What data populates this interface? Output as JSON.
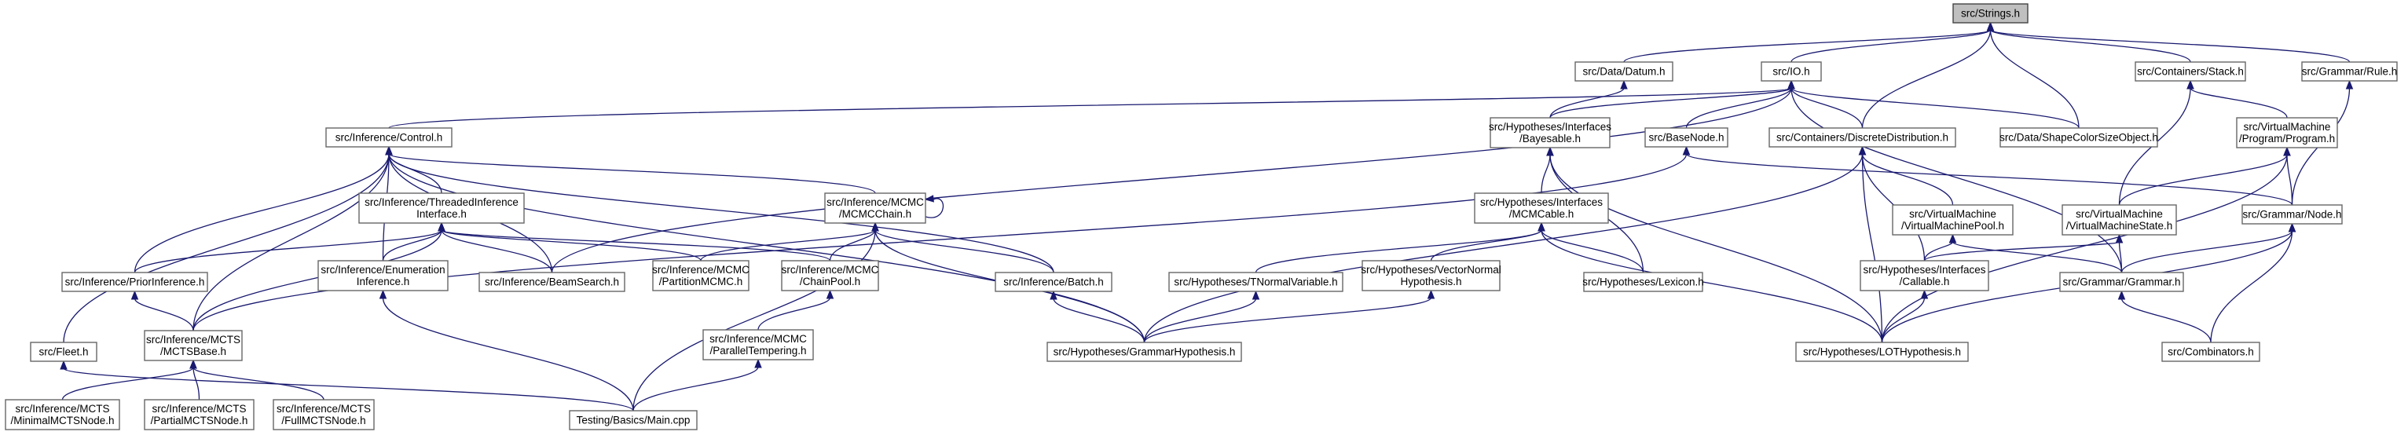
{
  "graph": {
    "colors": {
      "edge": "#191970",
      "node_border": "#666666",
      "root_fill": "#bfbfbf",
      "node_fill": "#ffffff"
    },
    "nodes": [
      {
        "id": "strings",
        "lines": [
          "src/Strings.h"
        ],
        "root": true
      },
      {
        "id": "datum",
        "lines": [
          "src/Data/Datum.h"
        ]
      },
      {
        "id": "io",
        "lines": [
          "src/IO.h"
        ]
      },
      {
        "id": "stack",
        "lines": [
          "src/Containers/Stack.h"
        ]
      },
      {
        "id": "rule",
        "lines": [
          "src/Grammar/Rule.h"
        ]
      },
      {
        "id": "control",
        "lines": [
          "src/Inference/Control.h"
        ]
      },
      {
        "id": "bayesable",
        "lines": [
          "src/Hypotheses/Interfaces",
          "/Bayesable.h"
        ]
      },
      {
        "id": "basenode",
        "lines": [
          "src/BaseNode.h"
        ]
      },
      {
        "id": "discrete",
        "lines": [
          "src/Containers/DiscreteDistribution.h"
        ]
      },
      {
        "id": "shape",
        "lines": [
          "src/Data/ShapeColorSizeObject.h"
        ]
      },
      {
        "id": "program",
        "lines": [
          "src/VirtualMachine",
          "/Program/Program.h"
        ]
      },
      {
        "id": "threaded",
        "lines": [
          "src/Inference/ThreadedInference",
          "Interface.h"
        ]
      },
      {
        "id": "mcmcchain",
        "lines": [
          "src/Inference/MCMC",
          "/MCMCChain.h"
        ]
      },
      {
        "id": "mcmcable",
        "lines": [
          "src/Hypotheses/Interfaces",
          "/MCMCable.h"
        ]
      },
      {
        "id": "vmpool",
        "lines": [
          "src/VirtualMachine",
          "/VirtualMachinePool.h"
        ]
      },
      {
        "id": "vmstate",
        "lines": [
          "src/VirtualMachine",
          "/VirtualMachineState.h"
        ]
      },
      {
        "id": "gnode",
        "lines": [
          "src/Grammar/Node.h"
        ]
      },
      {
        "id": "prior",
        "lines": [
          "src/Inference/PriorInference.h"
        ]
      },
      {
        "id": "enumeration",
        "lines": [
          "src/Inference/Enumeration",
          "Inference.h"
        ]
      },
      {
        "id": "beam",
        "lines": [
          "src/Inference/BeamSearch.h"
        ]
      },
      {
        "id": "partition",
        "lines": [
          "src/Inference/MCMC",
          "/PartitionMCMC.h"
        ]
      },
      {
        "id": "chainpool",
        "lines": [
          "src/Inference/MCMC",
          "/ChainPool.h"
        ]
      },
      {
        "id": "batch",
        "lines": [
          "src/Inference/Batch.h"
        ]
      },
      {
        "id": "tnormal",
        "lines": [
          "src/Hypotheses/TNormalVariable.h"
        ]
      },
      {
        "id": "vecnormal",
        "lines": [
          "src/Hypotheses/VectorNormal",
          "Hypothesis.h"
        ]
      },
      {
        "id": "lexicon",
        "lines": [
          "src/Hypotheses/Lexicon.h"
        ]
      },
      {
        "id": "callable",
        "lines": [
          "src/Hypotheses/Interfaces",
          "/Callable.h"
        ]
      },
      {
        "id": "grammar",
        "lines": [
          "src/Grammar/Grammar.h"
        ]
      },
      {
        "id": "fleet",
        "lines": [
          "src/Fleet.h"
        ]
      },
      {
        "id": "mctsbase",
        "lines": [
          "src/Inference/MCTS",
          "/MCTSBase.h"
        ]
      },
      {
        "id": "tempering",
        "lines": [
          "src/Inference/MCMC",
          "/ParallelTempering.h"
        ]
      },
      {
        "id": "grammarhyp",
        "lines": [
          "src/Hypotheses/GrammarHypothesis.h"
        ]
      },
      {
        "id": "lothyp",
        "lines": [
          "src/Hypotheses/LOTHypothesis.h"
        ]
      },
      {
        "id": "combinators",
        "lines": [
          "src/Combinators.h"
        ]
      },
      {
        "id": "minimal",
        "lines": [
          "src/Inference/MCTS",
          "/MinimalMCTSNode.h"
        ]
      },
      {
        "id": "partial",
        "lines": [
          "src/Inference/MCTS",
          "/PartialMCTSNode.h"
        ]
      },
      {
        "id": "full",
        "lines": [
          "src/Inference/MCTS",
          "/FullMCTSNode.h"
        ]
      },
      {
        "id": "main",
        "lines": [
          "Testing/Basics/Main.cpp"
        ]
      }
    ],
    "edges": [
      [
        "strings",
        "datum"
      ],
      [
        "strings",
        "io"
      ],
      [
        "strings",
        "discrete"
      ],
      [
        "strings",
        "shape"
      ],
      [
        "strings",
        "stack"
      ],
      [
        "strings",
        "rule"
      ],
      [
        "datum",
        "bayesable"
      ],
      [
        "io",
        "control"
      ],
      [
        "io",
        "bayesable"
      ],
      [
        "io",
        "basenode"
      ],
      [
        "io",
        "discrete"
      ],
      [
        "io",
        "shape"
      ],
      [
        "io",
        "beam"
      ],
      [
        "io",
        "grammar"
      ],
      [
        "stack",
        "program"
      ],
      [
        "stack",
        "vmstate"
      ],
      [
        "rule",
        "gnode"
      ],
      [
        "control",
        "threaded"
      ],
      [
        "control",
        "mcmcchain"
      ],
      [
        "control",
        "prior"
      ],
      [
        "control",
        "enumeration"
      ],
      [
        "control",
        "beam"
      ],
      [
        "control",
        "batch"
      ],
      [
        "control",
        "fleet"
      ],
      [
        "control",
        "mctsbase"
      ],
      [
        "control",
        "grammarhyp"
      ],
      [
        "bayesable",
        "mcmcable"
      ],
      [
        "bayesable",
        "lexicon"
      ],
      [
        "bayesable",
        "lothyp"
      ],
      [
        "basenode",
        "gnode"
      ],
      [
        "basenode",
        "mctsbase"
      ],
      [
        "discrete",
        "vmpool"
      ],
      [
        "discrete",
        "callable"
      ],
      [
        "discrete",
        "grammarhyp"
      ],
      [
        "discrete",
        "lothyp"
      ],
      [
        "program",
        "vmstate"
      ],
      [
        "program",
        "gnode"
      ],
      [
        "program",
        "lothyp"
      ],
      [
        "threaded",
        "prior"
      ],
      [
        "threaded",
        "enumeration"
      ],
      [
        "threaded",
        "beam"
      ],
      [
        "threaded",
        "partition"
      ],
      [
        "threaded",
        "chainpool"
      ],
      [
        "threaded",
        "mctsbase"
      ],
      [
        "mcmcchain",
        "mcmcchain"
      ],
      [
        "mcmcchain",
        "partition"
      ],
      [
        "mcmcchain",
        "chainpool"
      ],
      [
        "mcmcchain",
        "batch"
      ],
      [
        "mcmcchain",
        "grammarhyp"
      ],
      [
        "mcmcchain",
        "main"
      ],
      [
        "mcmcable",
        "tnormal"
      ],
      [
        "mcmcable",
        "vecnormal"
      ],
      [
        "mcmcable",
        "lexicon"
      ],
      [
        "mcmcable",
        "lothyp"
      ],
      [
        "vmpool",
        "callable"
      ],
      [
        "vmpool",
        "grammar"
      ],
      [
        "vmstate",
        "callable"
      ],
      [
        "vmstate",
        "grammar"
      ],
      [
        "gnode",
        "grammar"
      ],
      [
        "gnode",
        "lothyp"
      ],
      [
        "gnode",
        "combinators"
      ],
      [
        "prior",
        "mctsbase"
      ],
      [
        "enumeration",
        "main"
      ],
      [
        "chainpool",
        "tempering"
      ],
      [
        "batch",
        "grammarhyp"
      ],
      [
        "tnormal",
        "grammarhyp"
      ],
      [
        "vecnormal",
        "grammarhyp"
      ],
      [
        "callable",
        "lothyp"
      ],
      [
        "grammar",
        "combinators"
      ],
      [
        "fleet",
        "main"
      ],
      [
        "mctsbase",
        "minimal"
      ],
      [
        "mctsbase",
        "partial"
      ],
      [
        "mctsbase",
        "full"
      ],
      [
        "tempering",
        "main"
      ]
    ]
  }
}
